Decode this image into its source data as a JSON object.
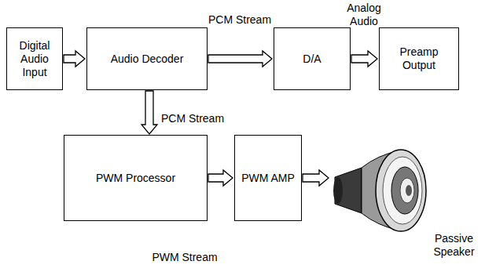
{
  "diagram": {
    "nodes": [
      {
        "text": [
          "Digital Audio Input"
        ]
      },
      {
        "text": [
          "Audio Decoder"
        ]
      },
      {
        "text": [
          "D/A"
        ]
      },
      {
        "text": [
          "Preamp Output"
        ]
      },
      {
        "text": [
          "PWM Processor"
        ]
      },
      {
        "text": [
          "PWM AMP"
        ]
      },
      {
        "text": [
          "Passive Speaker"
        ]
      }
    ],
    "edges": [
      {
        "from": 0,
        "to": 1,
        "arrow": "to"
      },
      {
        "from": 1,
        "to": 2,
        "label": "PCM Stream",
        "arrow": "to"
      },
      {
        "from": 2,
        "to": 3,
        "label": "Analog Audio",
        "arrow": "to"
      },
      {
        "from": 1,
        "to": 4,
        "label": "PCM Stream",
        "arrow": "to"
      },
      {
        "from": 4,
        "to": 5,
        "arrow": "to"
      },
      {
        "from": 5,
        "to": 6,
        "arrow": "to"
      }
    ],
    "labels": [
      "PWM Stream"
    ]
  }
}
